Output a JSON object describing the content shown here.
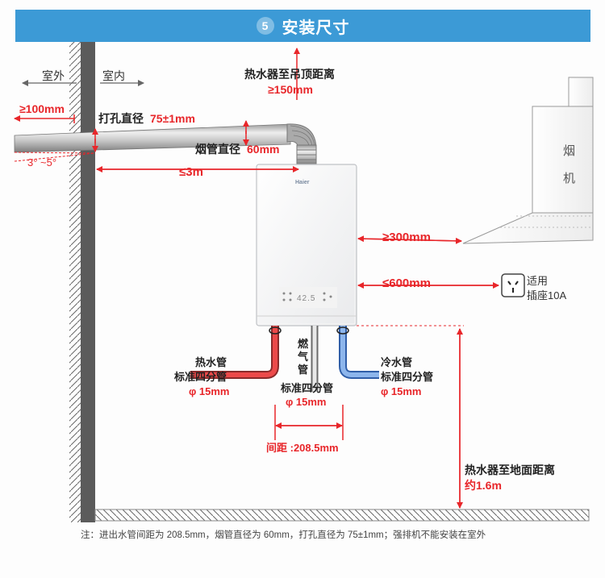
{
  "header": {
    "step": "5",
    "title": "安装尺寸"
  },
  "labels": {
    "outdoor": "室外",
    "indoor": "室内",
    "ceiling_title": "热水器至吊顶距离",
    "ceiling_value": "≥150mm",
    "outer_length": "≥100mm",
    "hole_label": "打孔直径",
    "hole_value": "75±1mm",
    "slope": "3°  ~5°",
    "flue_label": "烟管直径",
    "flue_value": "60mm",
    "pipe_length": "≤3m",
    "brand": "Haier",
    "display_digits": "42.5",
    "hood_char1": "烟",
    "hood_char2": "机",
    "hood_dist": "≥300mm",
    "socket_dist": "≤600mm",
    "socket_line1": "适用",
    "socket_line2": "插座10A",
    "hot_line1": "热水管",
    "hot_line2": "标准四分管",
    "hot_line3": "φ 15mm",
    "gas_char1": "燃",
    "gas_char2": "气",
    "gas_char3": "管",
    "gas_line2": "标准四分管",
    "gas_line3": "φ 15mm",
    "cold_line1": "冷水管",
    "cold_line2": "标准四分管",
    "cold_line3": "φ 15mm",
    "spacing": "间距 :208.5mm",
    "floor_title": "热水器至地面距离",
    "floor_value": "约1.6m",
    "footnote": "注：进出水管间距为 208.5mm，烟管直径为 60mm，打孔直径为 75±1mm；强排机不能安装在室外"
  },
  "colors": {
    "header": "#3c9ad6",
    "dimension_red": "#e8262a",
    "hot_pipe": "#e03c3c",
    "cold_pipe": "#5a8fd6",
    "wall": "#5b5b5b"
  }
}
